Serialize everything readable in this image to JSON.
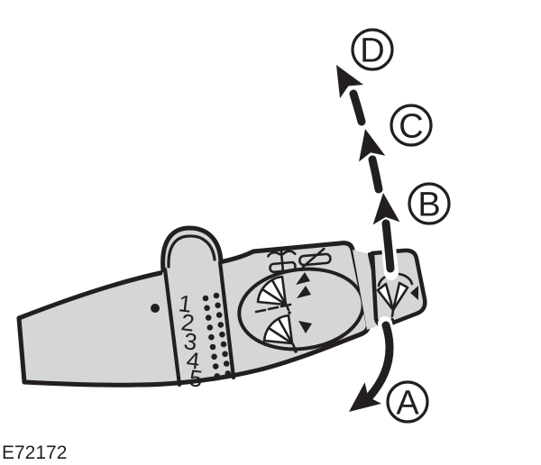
{
  "figure": {
    "code": "E72172"
  },
  "callouts": {
    "a": "A",
    "b": "B",
    "c": "C",
    "d": "D"
  },
  "collar": {
    "positions": [
      "1",
      "2",
      "3",
      "4",
      "5"
    ]
  },
  "icons": {
    "top_left": "windscreen-washer-icon",
    "top_right": "windscreen-wiper-icon",
    "oval_upper": "wiper-fan-icon",
    "oval_upper_marks": "speed-up-triangles",
    "oval_lower": "wiper-fan-intermittent-icon",
    "oval_lower_mark": "speed-down-triangle",
    "end_cap": "rear-wiper-icon",
    "end_cap_mark": "selector-triangle-icon"
  },
  "colors": {
    "background": "#ffffff",
    "lever_fill": "#d5d6d7",
    "line": "#231f20",
    "icon_fill": "#ffffff"
  }
}
